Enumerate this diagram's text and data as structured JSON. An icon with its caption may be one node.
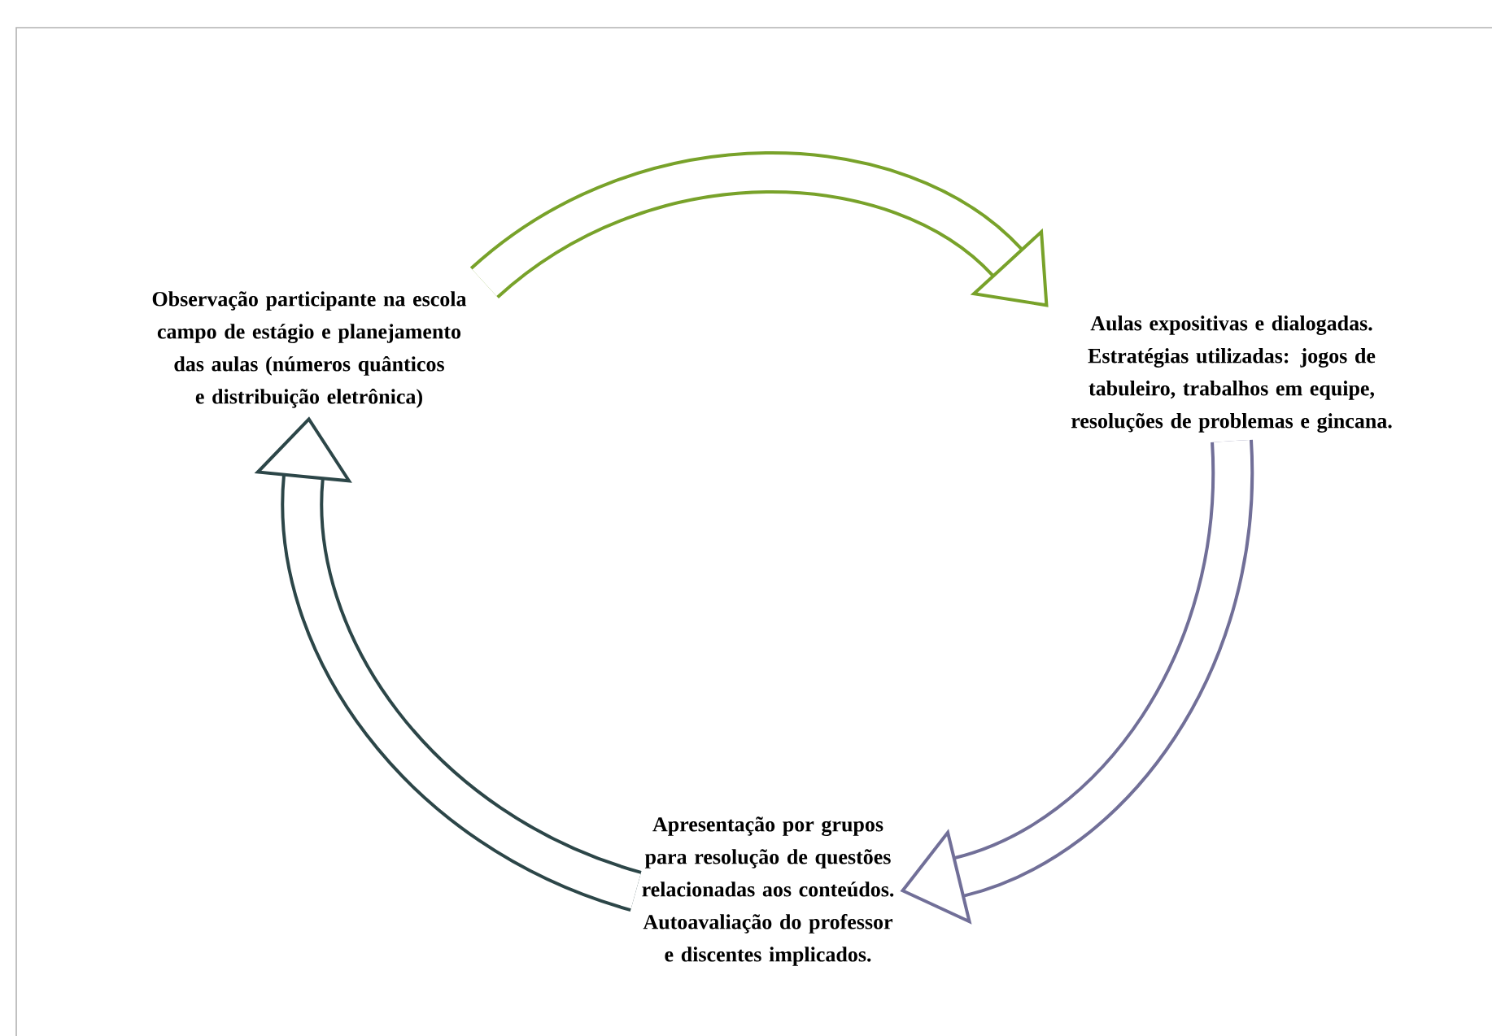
{
  "diagram": {
    "nodes": [
      {
        "text": [
          "Observação participante na escola campo de estágio e planejamento das aulas (números quânticos e distribuição eletrônica)"
        ]
      },
      {
        "text": [
          "Aulas expositivas e dialogadas. Estratégias utilizadas: jogos de tabuleiro, trabalhos em equipe, resoluções de problemas e gincana."
        ]
      },
      {
        "text": [
          "Apresentação por grupos para resolução de questões relacionadas aos conteúdos. Autoavaliação do professor e discentes implicados."
        ]
      }
    ],
    "edges": [
      {
        "from": 0,
        "to": 1,
        "arrow": "to",
        "color": "#78a22a"
      },
      {
        "from": 1,
        "to": 2,
        "arrow": "to",
        "color": "#716f98"
      },
      {
        "from": 2,
        "to": 0,
        "arrow": "to",
        "color": "#2c4648"
      }
    ]
  }
}
